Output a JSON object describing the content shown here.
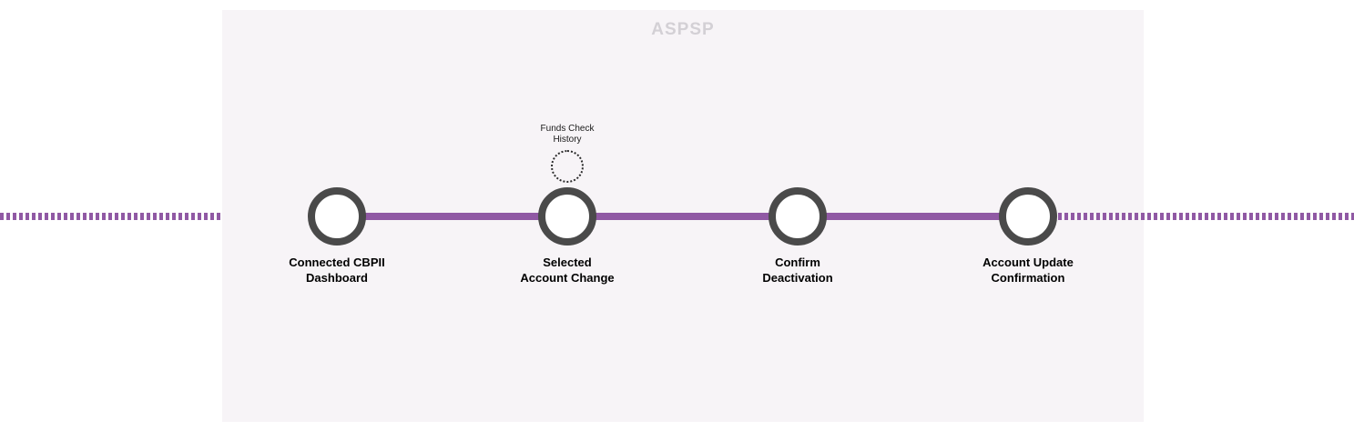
{
  "diagram": {
    "title": "ASPSP",
    "type": "journey-flow",
    "colors": {
      "panel_background": "#F7F4F7",
      "connector_purple": "#9059A4",
      "node_stroke": "#4A4A4A",
      "node_fill": "#FFFFFF",
      "title_text": "#D3D0D5",
      "label_text": "#000000"
    },
    "nodes": [
      {
        "id": "node-1",
        "label": "Connected CBPII\nDashboard",
        "style": "solid-circle"
      },
      {
        "id": "node-2",
        "label": "Selected\nAccount Change",
        "style": "solid-circle"
      },
      {
        "id": "node-3",
        "label": "Confirm\nDeactivation",
        "style": "solid-circle"
      },
      {
        "id": "node-4",
        "label": "Account Update\nConfirmation",
        "style": "solid-circle"
      }
    ],
    "sub_nodes": [
      {
        "id": "sub-node-funds-check",
        "label": "Funds Check\nHistory",
        "style": "dotted-circle",
        "attached_to": "node-2"
      }
    ],
    "connectors": [
      {
        "id": "entry-rail",
        "style": "dashed-arrow",
        "direction": "right",
        "target": "node-1"
      },
      {
        "id": "link-1-2",
        "style": "solid",
        "from": "node-1",
        "to": "node-2"
      },
      {
        "id": "link-2-3",
        "style": "solid",
        "from": "node-2",
        "to": "node-3"
      },
      {
        "id": "link-3-4",
        "style": "solid",
        "from": "node-3",
        "to": "node-4"
      },
      {
        "id": "exit-rail",
        "style": "dashed",
        "direction": "right",
        "from": "node-4"
      }
    ]
  }
}
